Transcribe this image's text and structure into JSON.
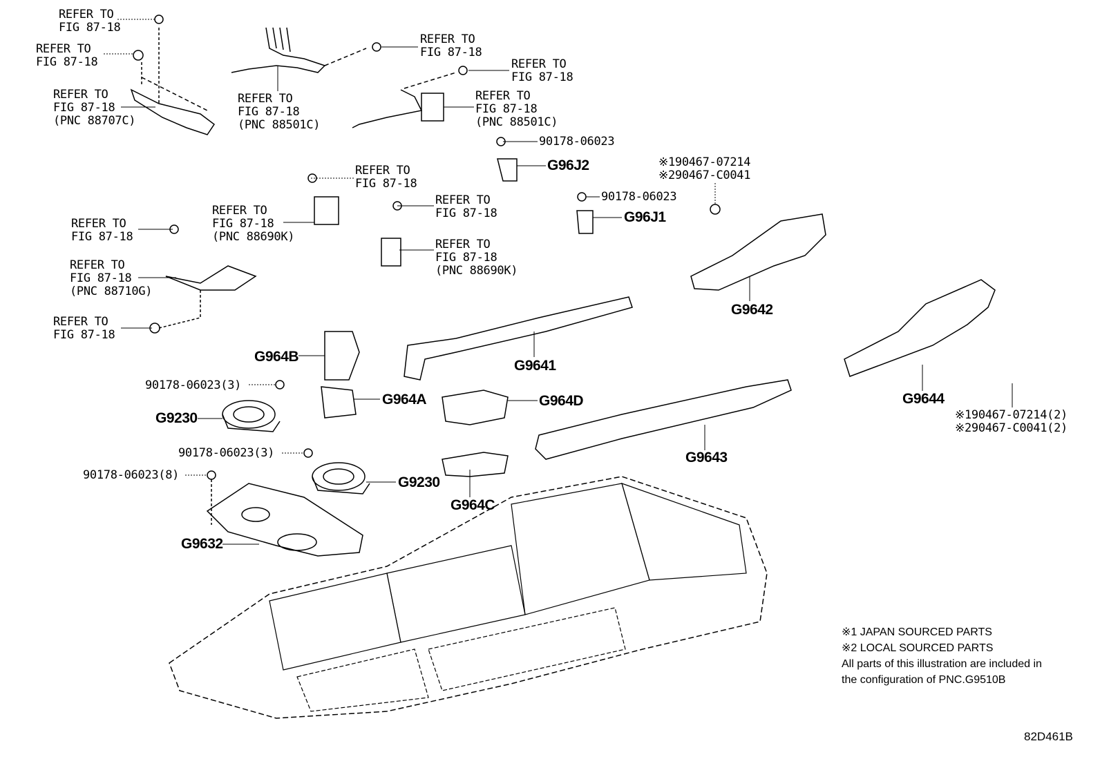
{
  "labels": [
    {
      "id": "l1",
      "text": "REFER TO\nFIG 87-18"
    },
    {
      "id": "l2",
      "text": "REFER TO\nFIG 87-18"
    },
    {
      "id": "l3",
      "text": "REFER TO\nFIG 87-18\n(PNC 88707C)"
    },
    {
      "id": "l4",
      "text": "REFER TO\nFIG 87-18\n(PNC 88501C)"
    },
    {
      "id": "l5",
      "text": "REFER TO\nFIG 87-18"
    },
    {
      "id": "l6",
      "text": "REFER TO\nFIG 87-18"
    },
    {
      "id": "l7",
      "text": "REFER TO\nFIG 87-18\n(PNC 88501C)"
    },
    {
      "id": "l8",
      "text": "90178-06023"
    },
    {
      "id": "l9",
      "text": "G96J2",
      "part": true
    },
    {
      "id": "l10",
      "text": "REFER TO\nFIG 87-18"
    },
    {
      "id": "l11",
      "text": "REFER TO\nFIG 87-18\n(PNC 88690K)"
    },
    {
      "id": "l12",
      "text": "REFER TO\nFIG 87-18"
    },
    {
      "id": "l13",
      "text": "REFER TO\nFIG 87-18\n(PNC 88690K)"
    },
    {
      "id": "l14",
      "text": "90178-06023"
    },
    {
      "id": "l15",
      "text": "G96J1",
      "part": true
    },
    {
      "id": "l16",
      "text": "※190467-07214\n※290467-C0041"
    },
    {
      "id": "l17",
      "text": "REFER TO\nFIG 87-18"
    },
    {
      "id": "l18",
      "text": "REFER TO\nFIG 87-18\n(PNC 88710G)"
    },
    {
      "id": "l19",
      "text": "REFER TO\nFIG 87-18"
    },
    {
      "id": "l20",
      "text": "G9642",
      "part": true
    },
    {
      "id": "l21",
      "text": "G9641",
      "part": true
    },
    {
      "id": "l22",
      "text": "G964B",
      "part": true
    },
    {
      "id": "l23",
      "text": "90178-06023(3)"
    },
    {
      "id": "l24",
      "text": "G964A",
      "part": true
    },
    {
      "id": "l25",
      "text": "G964D",
      "part": true
    },
    {
      "id": "l26",
      "text": "G9230",
      "part": true
    },
    {
      "id": "l27",
      "text": "G9644",
      "part": true
    },
    {
      "id": "l28",
      "text": "※190467-07214(2)\n※290467-C0041(2)"
    },
    {
      "id": "l29",
      "text": "90178-06023(3)"
    },
    {
      "id": "l30",
      "text": "G9643",
      "part": true
    },
    {
      "id": "l31",
      "text": "90178-06023(8)"
    },
    {
      "id": "l32",
      "text": "G9230",
      "part": true
    },
    {
      "id": "l33",
      "text": "G964C",
      "part": true
    },
    {
      "id": "l34",
      "text": "G9632",
      "part": true
    }
  ],
  "notes": {
    "line1": "※1 JAPAN SOURCED PARTS",
    "line2": "※2 LOCAL SOURCED PARTS",
    "line3": "All parts of this illustration are included in",
    "line4": "the configuration of PNC.G9510B"
  },
  "illustration_code": "82D461B"
}
